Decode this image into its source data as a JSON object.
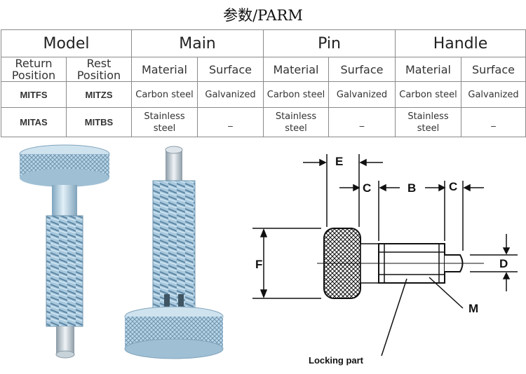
{
  "title": "参数/PARM",
  "table": {
    "groups": {
      "model": "Model",
      "main": "Main",
      "pin": "Pin",
      "handle": "Handle"
    },
    "subheaders": {
      "return_position": "Return Position",
      "rest_position": "Rest Position",
      "main_material": "Material",
      "main_surface": "Surface",
      "pin_material": "Material",
      "pin_surface": "Surface",
      "handle_material": "Material",
      "handle_surface": "Surface"
    },
    "rows": [
      {
        "return_position": "MITFS",
        "rest_position": "MITZS",
        "main_material": "Carbon steel",
        "main_surface": "Galvanized",
        "pin_material": "Carbon steel",
        "pin_surface": "Galvanized",
        "handle_material": "Carbon steel",
        "handle_surface": "Galvanized"
      },
      {
        "return_position": "MITAS",
        "rest_position": "MITBS",
        "main_material": "Stainless steel",
        "main_surface": "_",
        "pin_material": "Stainless steel",
        "pin_surface": "_",
        "handle_material": "Stainless steel",
        "handle_surface": "_"
      }
    ]
  },
  "colors": {
    "model_code": "#d4731c",
    "border": "#8a8a8a",
    "metal": "#aacbdf"
  },
  "drawing": {
    "dimensions": {
      "e": "E",
      "c_left": "C",
      "b": "B",
      "c_right": "C",
      "f": "F",
      "d": "D",
      "m": "M"
    },
    "locking_part": "Locking part"
  }
}
